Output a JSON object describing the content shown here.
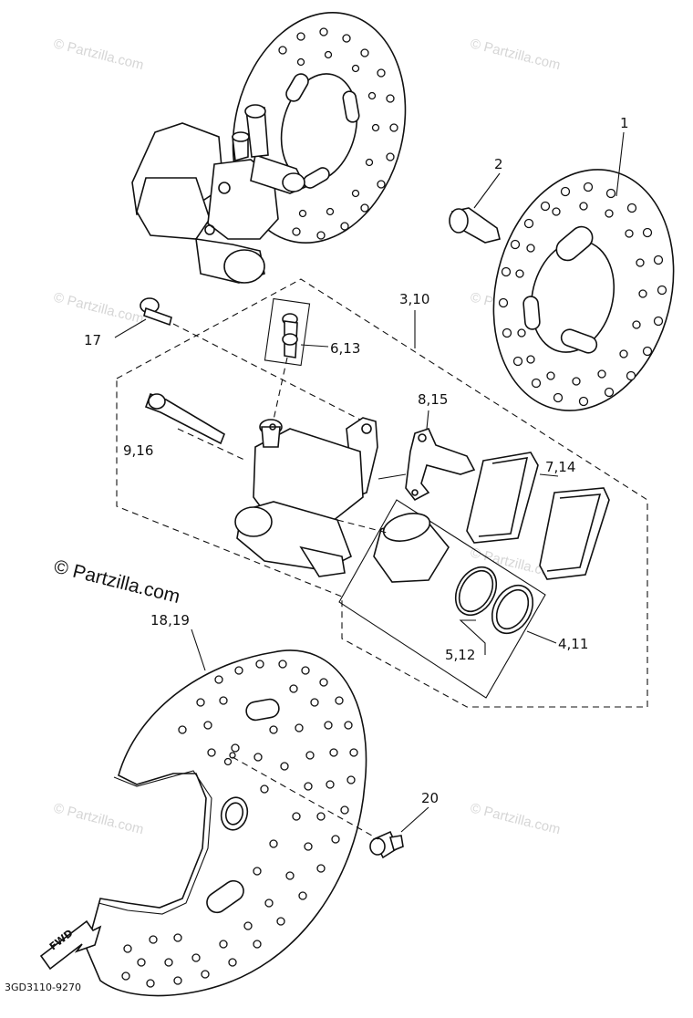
{
  "watermark": {
    "text": "© Partzilla.com",
    "main_text": "© Partzilla.com"
  },
  "callouts": {
    "c1": "1",
    "c2": "2",
    "c3_10": "3,10",
    "c4_11": "4,11",
    "c5_12": "5,12",
    "c6_13": "6,13",
    "c7_14": "7,14",
    "c8_15": "8,15",
    "c9_16": "9,16",
    "c17": "17",
    "c18_19": "18,19",
    "c20": "20"
  },
  "fwd_label": "FWD",
  "diagram_code": "3GD3110-9270"
}
